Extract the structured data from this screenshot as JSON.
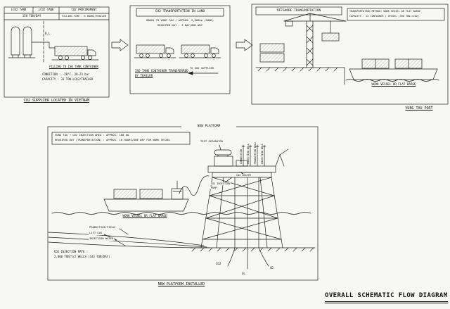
{
  "diagram_title": "OVERALL SCHEMATIC FLOW DIAGRAM",
  "supplier_panel": {
    "caption": "CO2 SUPPLIER LOCATED IN VIETNAM",
    "table": {
      "col1": "LCO2 TANK",
      "col2": "LCO2 TANK",
      "col3": "CO2 PROCUREMENT",
      "rate": "150 TON/DAY",
      "filling_time": "FILLING TIME : 6 HOURS/TRAILER"
    },
    "bl_label": "B.L.",
    "filling_label": "FILLING TO ISO TANK CONTAINER",
    "condition": "CONDITION : -20°C, 20-23 bar",
    "capacity": "CAPACITY : 33 TON-LCO2/TRAILER"
  },
  "land_panel": {
    "title": "CO2 TRANSPORTATION IN LAND",
    "note1": "HANOI TO VUNG TAU / APPROX. 2,000km (ROAD)",
    "note2": "REQUIRED DAY : 3 DAY/ONE WAY",
    "caption1": "ISO TANK CONTAINER TRANSFERRED",
    "caption2": "BY TRAILER",
    "return_label": "TO CO2 SUPPLIER"
  },
  "offshore_panel": {
    "title": "OFFSHORE TRANSPORTATION",
    "note1": "TRANSPORTATION METHOD: WORK VESSEL OR FLAT BARGE",
    "note2": "CAPACITY : 13 CONTAINER / VESSEL (390 TON-LCO2)",
    "barge_label": "WORK VESSEL OR FLAT BARGE",
    "port_caption": "VUNG TAU PORT"
  },
  "platform_panel": {
    "header": "NEW PLATFORM",
    "note1": "VUNG TAU → CO2 INJECTION AREA : APPROX. 180 km",
    "note2": "REQUIRED DAY (TRANSPORTATION) : APPROX. 10 HOURS/ONE WAY FOR WORK VESSEL",
    "test_separator": "TEST SEPARATOR",
    "riser_labels": [
      "CONNECTION",
      "INJECTION WELL",
      "PRODUCTION WELL",
      "INJECTION WELL"
    ],
    "co2_heater": "CO2 HEATER",
    "pump_line1": "CO2 INJECTION",
    "pump_line2": "PUMP",
    "vessel_label": "WORK VESSEL OR FLAT BARGE",
    "pipeline_labels": [
      "PRODUCTION FIELD",
      "LIFT GAS",
      "INJECTION WATER"
    ],
    "rate_line1": "CO2 INJECTION RATE :",
    "rate_line2": "2,000 TON/Y/2 WELLS (143 TON/DAY)",
    "well_labels": [
      "CO2",
      "GL",
      "GD"
    ],
    "caption": "NEW PLATFORM INSTALLED"
  }
}
